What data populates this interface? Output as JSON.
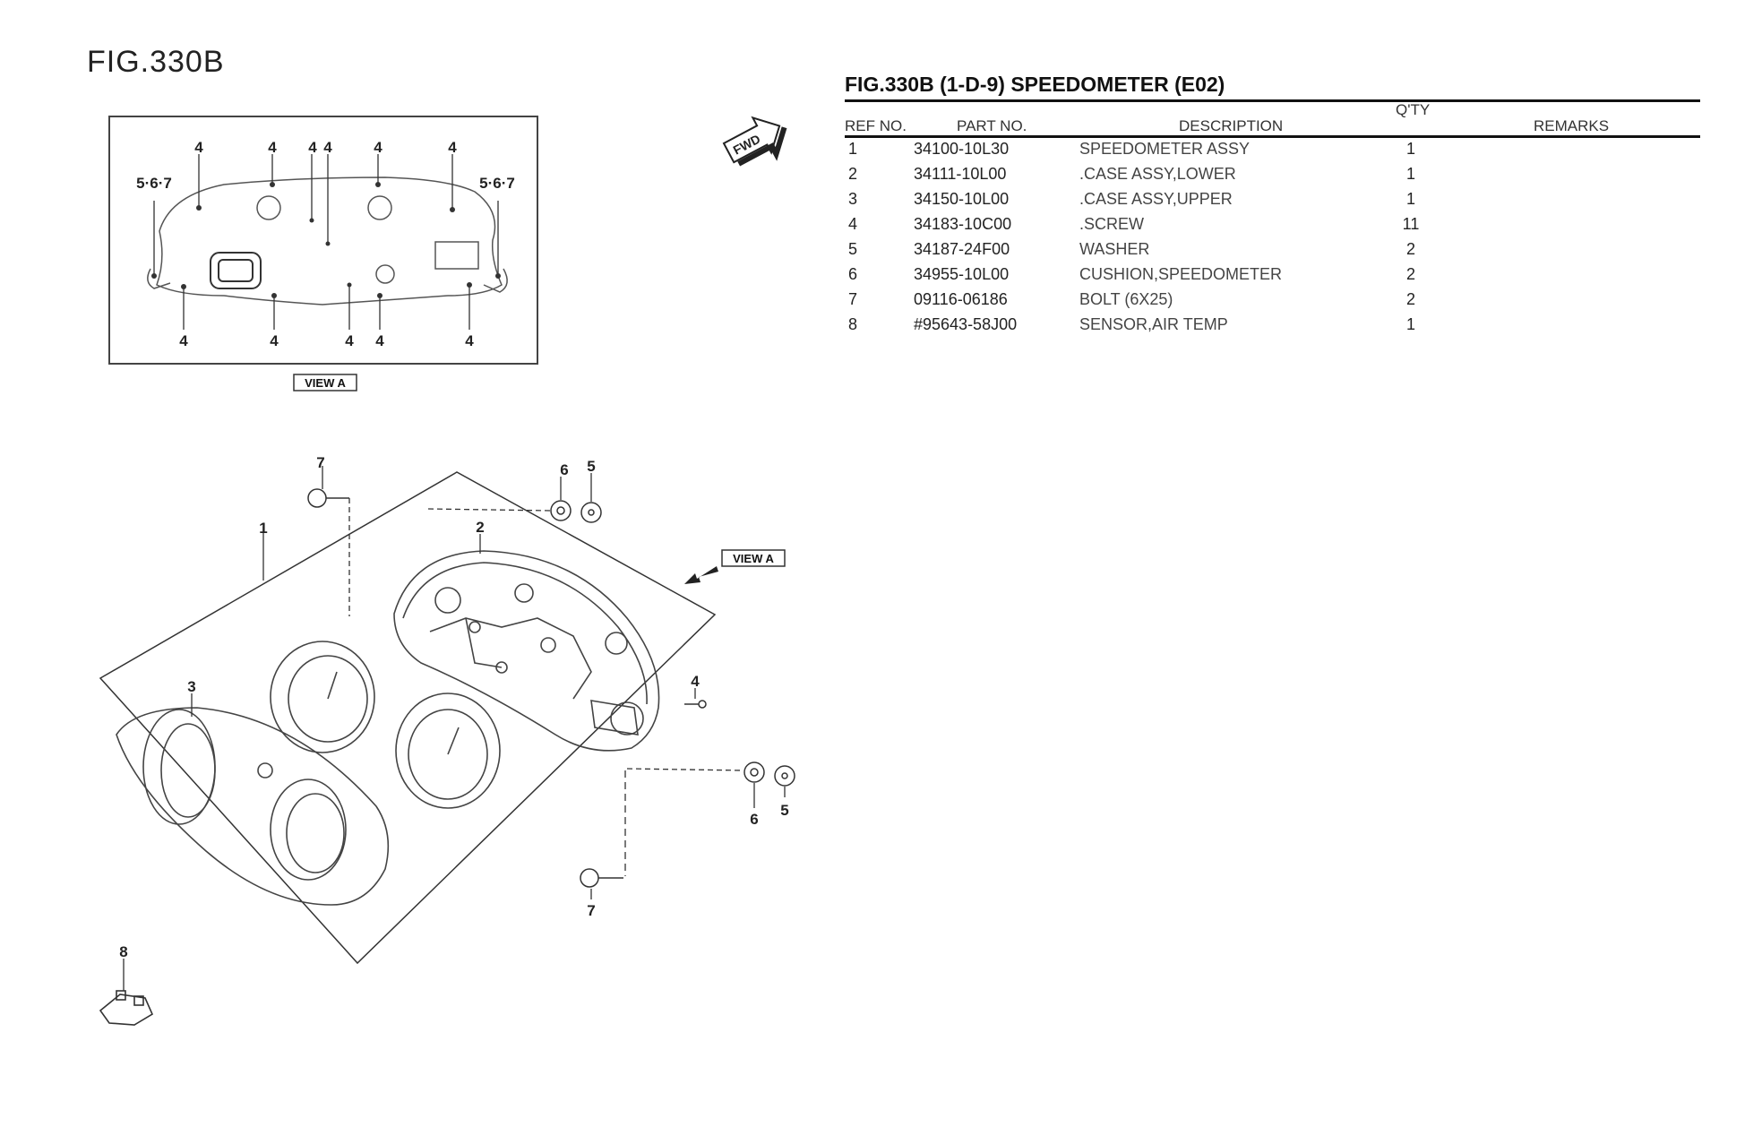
{
  "figure": {
    "label": "FIG.330B"
  },
  "table": {
    "title": "FIG.330B (1-D-9) SPEEDOMETER (E02)",
    "headers": {
      "ref": "REF NO.",
      "part": "PART NO.",
      "description": "DESCRIPTION",
      "qty": "Q'TY",
      "remarks": "REMARKS"
    },
    "rows": [
      {
        "ref": "1",
        "part": "34100-10L30",
        "description": "SPEEDOMETER ASSY",
        "qty": "1",
        "remarks": ""
      },
      {
        "ref": "2",
        "part": "34111-10L00",
        "description": ".CASE ASSY,LOWER",
        "qty": "1",
        "remarks": ""
      },
      {
        "ref": "3",
        "part": "34150-10L00",
        "description": ".CASE ASSY,UPPER",
        "qty": "1",
        "remarks": ""
      },
      {
        "ref": "4",
        "part": "34183-10C00",
        "description": ".SCREW",
        "qty": "11",
        "remarks": ""
      },
      {
        "ref": "5",
        "part": "34187-24F00",
        "description": "WASHER",
        "qty": "2",
        "remarks": ""
      },
      {
        "ref": "6",
        "part": "34955-10L00",
        "description": "CUSHION,SPEEDOMETER",
        "qty": "2",
        "remarks": ""
      },
      {
        "ref": "7",
        "part": "09116-06186",
        "description": "BOLT (6X25)",
        "qty": "2",
        "remarks": ""
      },
      {
        "ref": "8",
        "part": "#95643-58J00",
        "description": "SENSOR,AIR TEMP",
        "qty": "1",
        "remarks": ""
      }
    ]
  },
  "diagram": {
    "view_label": "VIEW A",
    "fwd_label": "FWD",
    "callouts": {
      "screw": "4",
      "combo": "5·6·7",
      "assy": "1",
      "lower_case": "2",
      "upper_case": "3",
      "washer": "5",
      "cushion": "6",
      "bolt": "7",
      "sensor": "8"
    }
  }
}
